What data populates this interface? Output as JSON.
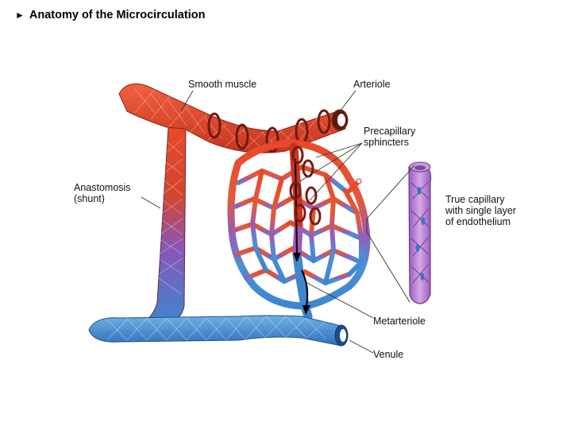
{
  "title": "Anatomy of the Microcirculation",
  "title_marker": "►",
  "labels": {
    "smooth_muscle": "Smooth muscle",
    "arteriole": "Arteriole",
    "precapillary_sphincters": "Precapillary\nsphincters",
    "anastomosis": "Anastomosis\n(shunt)",
    "true_capillary": "True capillary\nwith single layer\nof endothelium",
    "metarteriole": "Metarteriole",
    "venule": "Venule"
  },
  "colors": {
    "arterial": "#e8492a",
    "arterial_dark": "#b3301c",
    "mixed": "#9b5bb8",
    "venous": "#3d86d0",
    "venous_light": "#6fb0e6",
    "capillary": "#b47ad0",
    "sphincter": "#7a1c12",
    "leader": "#333333"
  }
}
